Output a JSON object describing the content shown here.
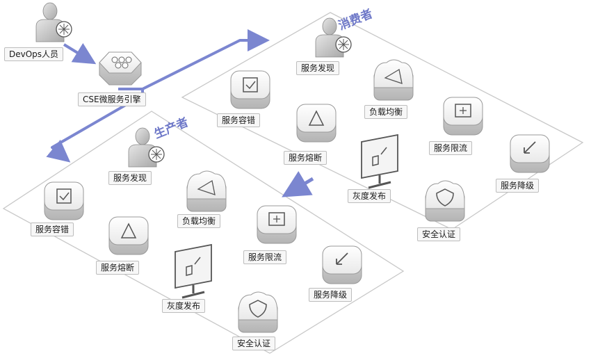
{
  "zones": {
    "consumer_title": "消费者",
    "producer_title": "生产者"
  },
  "actors": {
    "devops": "DevOps人员",
    "cse": "CSE微服务引擎"
  },
  "consumer": {
    "discovery": "服务发现",
    "fault_tolerance": "服务容错",
    "load_balance": "负载均衡",
    "circuit_breaker": "服务熔断",
    "rate_limit": "服务限流",
    "gray_release": "灰度发布",
    "degrade": "服务降级",
    "auth": "安全认证"
  },
  "producer": {
    "discovery": "服务发现",
    "fault_tolerance": "服务容错",
    "load_balance": "负载均衡",
    "circuit_breaker": "服务熔断",
    "rate_limit": "服务限流",
    "gray_release": "灰度发布",
    "degrade": "服务降级",
    "auth": "安全认证"
  },
  "colors": {
    "accent": "#7b86d0",
    "outline": "#c8c8c8",
    "label_border": "#bdbdbd"
  }
}
